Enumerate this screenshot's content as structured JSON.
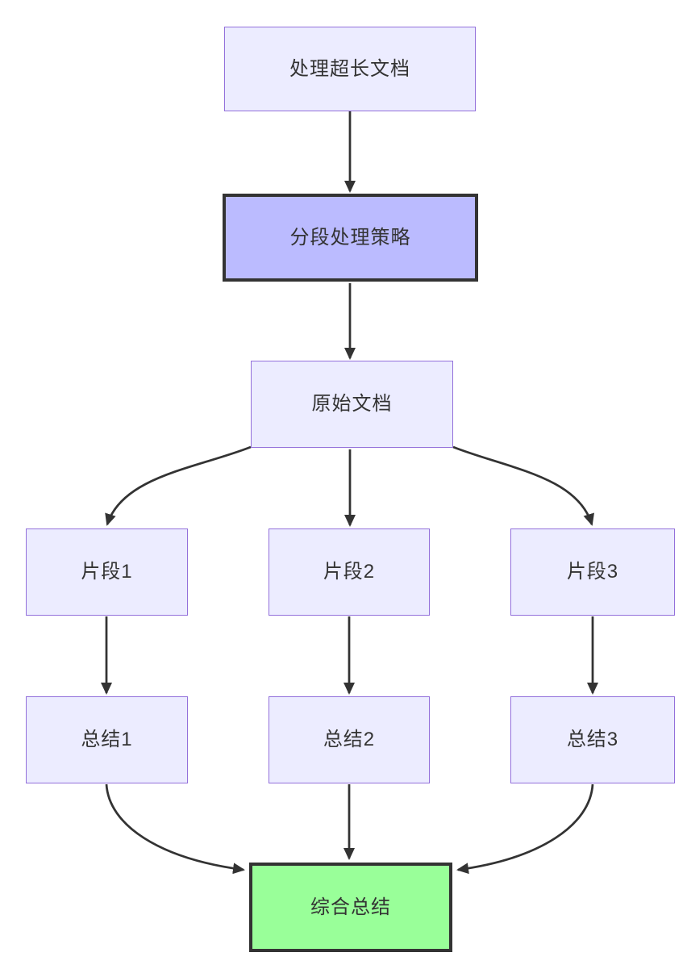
{
  "diagram": {
    "type": "flowchart",
    "direction": "top-down",
    "nodes": [
      {
        "id": "A",
        "label": "处理超长文档",
        "style": "default"
      },
      {
        "id": "B",
        "label": "分段处理策略",
        "style": "highlight-purple"
      },
      {
        "id": "C",
        "label": "原始文档",
        "style": "default"
      },
      {
        "id": "D1",
        "label": "片段1",
        "style": "default"
      },
      {
        "id": "D2",
        "label": "片段2",
        "style": "default"
      },
      {
        "id": "D3",
        "label": "片段3",
        "style": "default"
      },
      {
        "id": "E1",
        "label": "总结1",
        "style": "default"
      },
      {
        "id": "E2",
        "label": "总结2",
        "style": "default"
      },
      {
        "id": "E3",
        "label": "总结3",
        "style": "default"
      },
      {
        "id": "F",
        "label": "综合总结",
        "style": "highlight-green"
      }
    ],
    "edges": [
      {
        "from": "A",
        "to": "B"
      },
      {
        "from": "B",
        "to": "C"
      },
      {
        "from": "C",
        "to": "D1"
      },
      {
        "from": "C",
        "to": "D2"
      },
      {
        "from": "C",
        "to": "D3"
      },
      {
        "from": "D1",
        "to": "E1"
      },
      {
        "from": "D2",
        "to": "E2"
      },
      {
        "from": "D3",
        "to": "E3"
      },
      {
        "from": "E1",
        "to": "F"
      },
      {
        "from": "E2",
        "to": "F"
      },
      {
        "from": "E3",
        "to": "F"
      }
    ]
  },
  "colors": {
    "canvas-bg": "#ffffff",
    "node-fill": "#ECECFF",
    "node-border": "#9370DB",
    "highlight-purple-fill": "#BBBBFF",
    "highlight-green-fill": "#99FF99",
    "strong-border": "#333333",
    "edge-color": "#333333",
    "text-color": "#333333"
  }
}
